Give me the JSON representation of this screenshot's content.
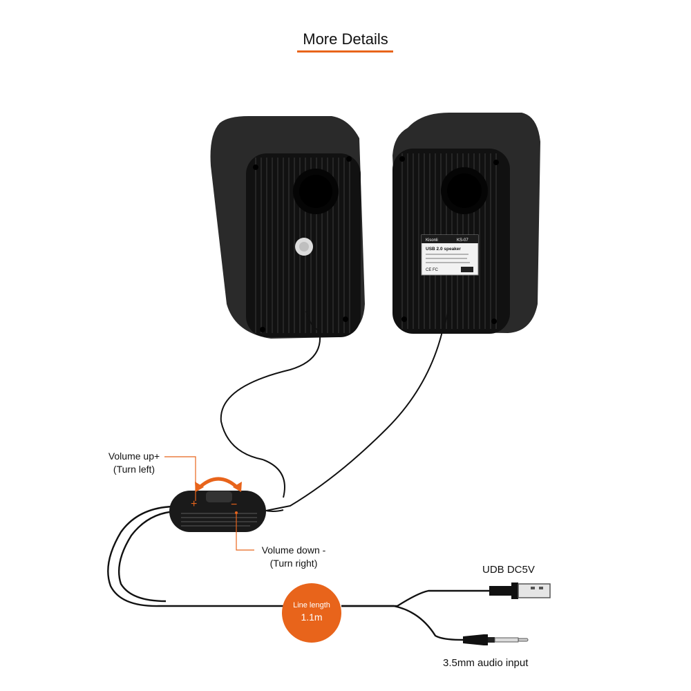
{
  "header": {
    "title": "More Details"
  },
  "callouts": {
    "volume_up": {
      "line1": "Volume up+",
      "line2": "(Turn left)"
    },
    "volume_down": {
      "line1": "Volume down -",
      "line2": "(Turn right)"
    }
  },
  "connectors": {
    "usb": "UDB DC5V",
    "audio": "3.5mm audio input"
  },
  "cable": {
    "line1": "Line length",
    "line2": "1.1m"
  },
  "label": {
    "brand": "Kisonli",
    "model": "KS-07",
    "title": "USB 2.0 speaker",
    "marks": "CE FC"
  },
  "colors": {
    "accent": "#e8641b",
    "speaker": "#1c1c1c",
    "text": "#111111"
  }
}
